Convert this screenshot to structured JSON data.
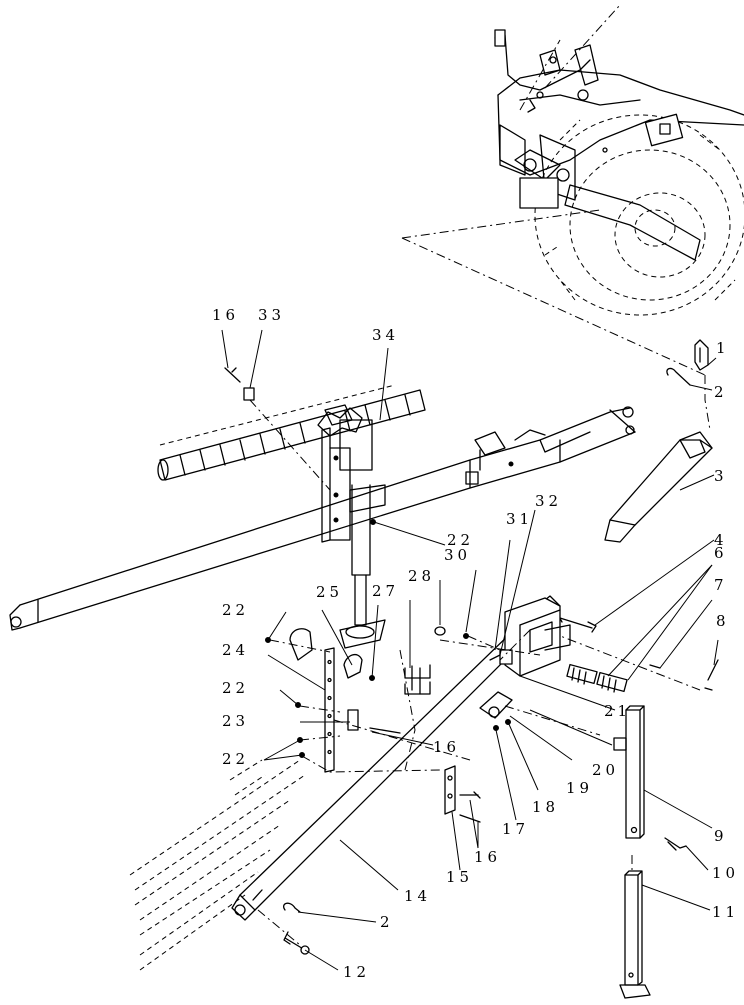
{
  "callouts": [
    {
      "id": "c1",
      "text": "1"
    },
    {
      "id": "c2a",
      "text": "2"
    },
    {
      "id": "c3",
      "text": "3"
    },
    {
      "id": "c4",
      "text": "4"
    },
    {
      "id": "c6",
      "text": "6"
    },
    {
      "id": "c7",
      "text": "7"
    },
    {
      "id": "c8",
      "text": "8"
    },
    {
      "id": "c9",
      "text": "9"
    },
    {
      "id": "c10",
      "text": "10"
    },
    {
      "id": "c11",
      "text": "11"
    },
    {
      "id": "c12",
      "text": "12"
    },
    {
      "id": "c2b",
      "text": "2"
    },
    {
      "id": "c14",
      "text": "14"
    },
    {
      "id": "c15",
      "text": "15"
    },
    {
      "id": "c16a",
      "text": "16"
    },
    {
      "id": "c17",
      "text": "17"
    },
    {
      "id": "c18",
      "text": "18"
    },
    {
      "id": "c19",
      "text": "19"
    },
    {
      "id": "c20",
      "text": "20"
    },
    {
      "id": "c21",
      "text": "21"
    },
    {
      "id": "c16b",
      "text": "16"
    },
    {
      "id": "c22a",
      "text": "22"
    },
    {
      "id": "c23",
      "text": "23"
    },
    {
      "id": "c22b",
      "text": "22"
    },
    {
      "id": "c24",
      "text": "24"
    },
    {
      "id": "c22c",
      "text": "22"
    },
    {
      "id": "c25",
      "text": "25"
    },
    {
      "id": "c27",
      "text": "27"
    },
    {
      "id": "c28",
      "text": "28"
    },
    {
      "id": "c30",
      "text": "30"
    },
    {
      "id": "c31",
      "text": "31"
    },
    {
      "id": "c32",
      "text": "32"
    },
    {
      "id": "c22d",
      "text": "22"
    },
    {
      "id": "c34",
      "text": "34"
    },
    {
      "id": "c16c",
      "text": "16"
    },
    {
      "id": "c33",
      "text": "33"
    }
  ]
}
